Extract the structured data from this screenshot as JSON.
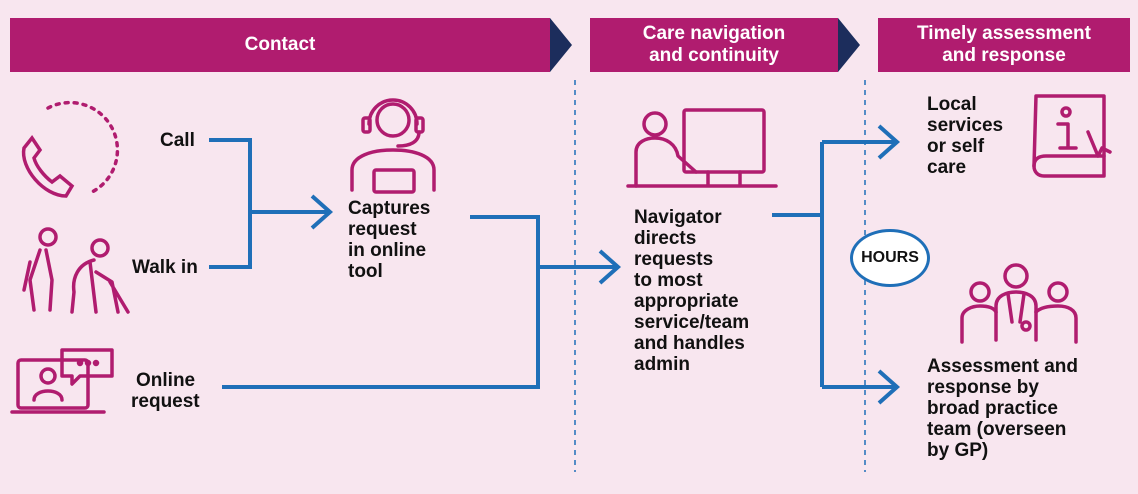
{
  "banners": {
    "contact": "Contact",
    "care_line1": "Care navigation",
    "care_line2": "and continuity",
    "timely_line1": "Timely assessment",
    "timely_line2": "and response"
  },
  "inputs": {
    "call": "Call",
    "walk_in": "Walk in",
    "online_line1": "Online",
    "online_line2": "request"
  },
  "capture": [
    "Captures",
    "request",
    "in online",
    "tool"
  ],
  "navigator": [
    "Navigator",
    "directs",
    "requests",
    "to most",
    "appropriate",
    "service/team",
    "and handles",
    "admin"
  ],
  "hours": "HOURS",
  "local": [
    "Local",
    "services",
    "or self",
    "care"
  ],
  "assessment": [
    "Assessment and",
    "response by",
    "broad practice",
    "team (overseen",
    "by GP)"
  ],
  "icons": [
    "phone-clock-icon",
    "elderly-walkers-icon",
    "online-chat-icon",
    "headset-agent-icon",
    "navigator-desk-icon",
    "information-book-icon",
    "care-team-icon"
  ],
  "colors": {
    "magenta": "#b01c6f",
    "arrow_blue": "#1f6fb8",
    "background": "#f8e6ef",
    "chevron_navy": "#1c2d5c"
  }
}
